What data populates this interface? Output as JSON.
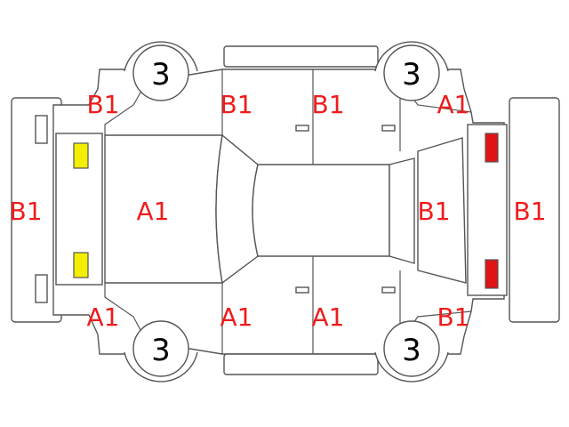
{
  "colors": {
    "outline": "#555555",
    "label": "#ee1c1c",
    "yellow_lamp": "#f4ef00",
    "red_lamp": "#e01414",
    "background": "#ffffff"
  },
  "wheels": {
    "front_left": "3",
    "rear_left": "3",
    "front_right": "3",
    "rear_right": "3"
  },
  "labels": {
    "rear_bumper": "B1",
    "front_bumper": "B1",
    "hood": "A1",
    "tailgate": "B1",
    "top_front_fender": "B1",
    "top_front_door": "B1",
    "top_rear_door": "B1",
    "top_rear_fender": "A1",
    "bottom_front_fender": "A1",
    "bottom_front_door": "A1",
    "bottom_rear_door": "A1",
    "bottom_rear_fender": "B1"
  }
}
